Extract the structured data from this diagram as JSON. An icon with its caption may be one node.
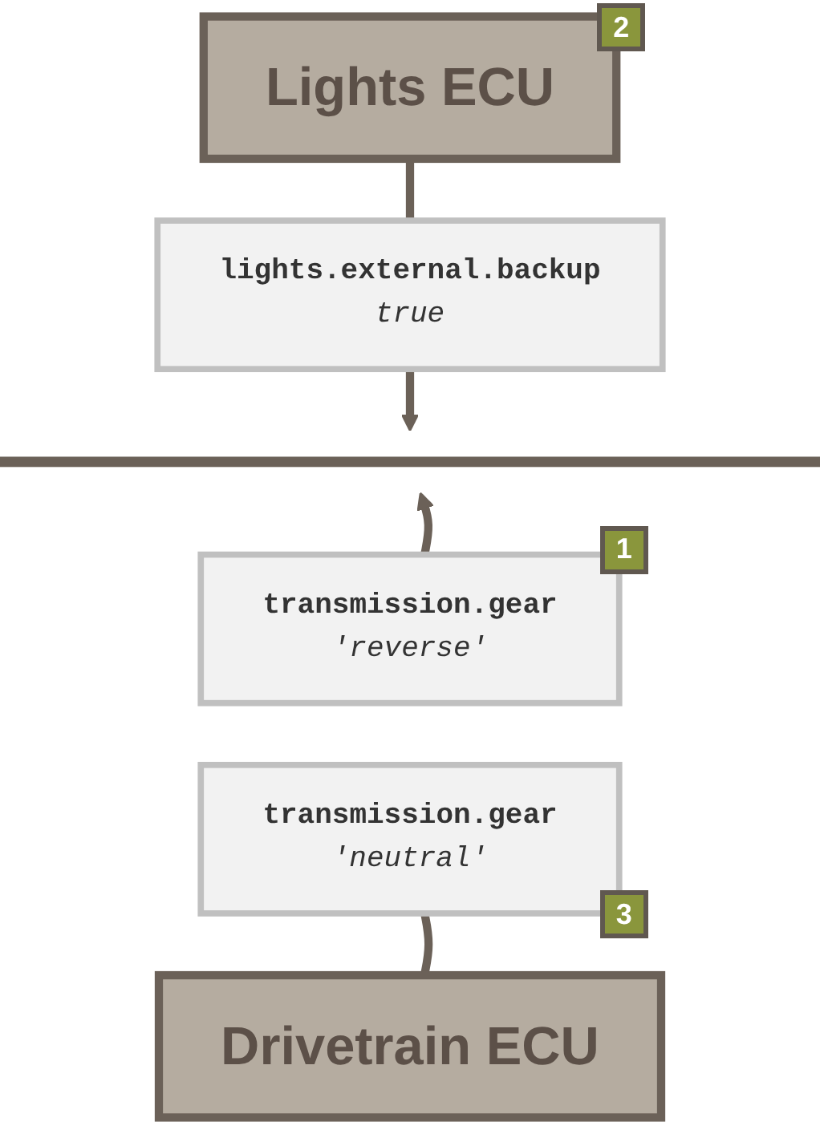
{
  "diagram": {
    "nodes": [
      {
        "text": [
          "Lights ECU"
        ]
      },
      {
        "text": [
          "lights.external.backup",
          "true"
        ]
      },
      {
        "text": [],
        "shape": "bar"
      },
      {
        "text": [
          "transmission.gear",
          "'reverse'"
        ]
      },
      {
        "text": [
          "transmission.gear",
          "'neutral'"
        ]
      },
      {
        "text": [
          "Drivetrain ECU"
        ]
      }
    ],
    "edges": [
      {
        "from": 0,
        "to": 1,
        "arrow": "none"
      },
      {
        "from": 1,
        "to": 2,
        "arrow": "to"
      },
      {
        "from": 5,
        "to": 4,
        "arrow": "none"
      },
      {
        "from": 3,
        "to": 2,
        "arrow": "to"
      }
    ],
    "labels": [
      "2",
      "1",
      "3"
    ]
  }
}
